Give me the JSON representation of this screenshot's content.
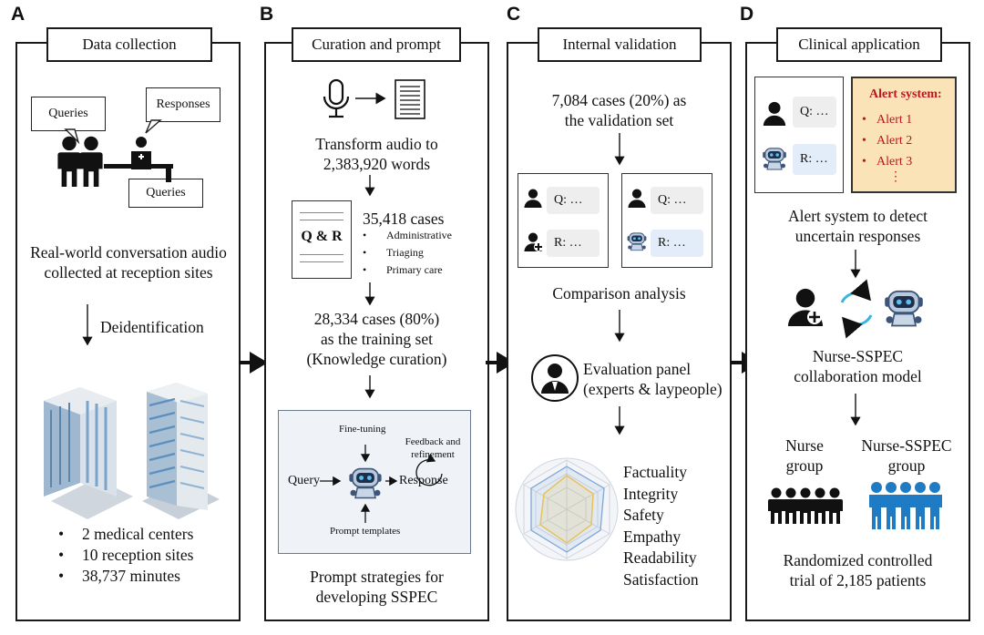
{
  "panels": {
    "A": {
      "label": "A",
      "title": "Data collection",
      "bubble_queries_1": "Queries",
      "bubble_responses": "Responses",
      "bubble_queries_2": "Queries",
      "caption_line1": "Real-world conversation audio",
      "caption_line2": "collected at reception sites",
      "step": "Deidentification",
      "stats": [
        "2 medical centers",
        "10 reception sites",
        "38,737 minutes"
      ]
    },
    "B": {
      "label": "B",
      "title": "Curation and prompt",
      "transform_line1": "Transform audio to",
      "transform_line2": "2,383,920 words",
      "doc_icon_text": "Q & R",
      "cases": "35,418 cases",
      "case_types": [
        "Administrative",
        "Triaging",
        "Primary care"
      ],
      "training_line1": "28,334 cases (80%)",
      "training_line2": "as the training set",
      "training_line3": "(Knowledge curation)",
      "fine_tuning": "Fine-tuning",
      "feedback_line1": "Feedback and",
      "feedback_line2": "refinement",
      "query": "Query",
      "response": "Response",
      "prompt_templates": "Prompt templates",
      "caption_line1": "Prompt strategies for",
      "caption_line2": "developing SSPEC"
    },
    "C": {
      "label": "C",
      "title": "Internal validation",
      "validation_line1": "7,084 cases (20%) as",
      "validation_line2": "the validation set",
      "q_left": "Q: …",
      "r_left": "R: …",
      "q_right": "Q: …",
      "r_right": "R: …",
      "comparison": "Comparison analysis",
      "panel_line1": "Evaluation panel",
      "panel_line2": "(experts & laypeople)",
      "metrics": [
        "Factuality",
        "Integrity",
        "Safety",
        "Empathy",
        "Readability",
        "Satisfaction"
      ]
    },
    "D": {
      "label": "D",
      "title": "Clinical application",
      "q": "Q: …",
      "r": "R: …",
      "alert_title": "Alert system:",
      "alerts": [
        "Alert 1",
        "Alert 2",
        "Alert 3"
      ],
      "alert_more": "⋮",
      "detect_line1": "Alert system to detect",
      "detect_line2": "uncertain responses",
      "model_line1": "Nurse-SSPEC",
      "model_line2": "collaboration model",
      "group1_line1": "Nurse",
      "group1_line2": "group",
      "group2_line1": "Nurse-SSPEC",
      "group2_line2": "group",
      "trial_line1": "Randomized controlled",
      "trial_line2": "trial of 2,185 patients"
    }
  },
  "colors": {
    "alert_text": "#c0141c",
    "alert_bg": "#fbe3b8",
    "robot_blue": "#2f5f9e",
    "cycle_cyan": "#35b6e0",
    "group_blue": "#1f7bc4",
    "radar_yellow": "#e8c25a",
    "radar_blue": "#7fa7d6"
  }
}
